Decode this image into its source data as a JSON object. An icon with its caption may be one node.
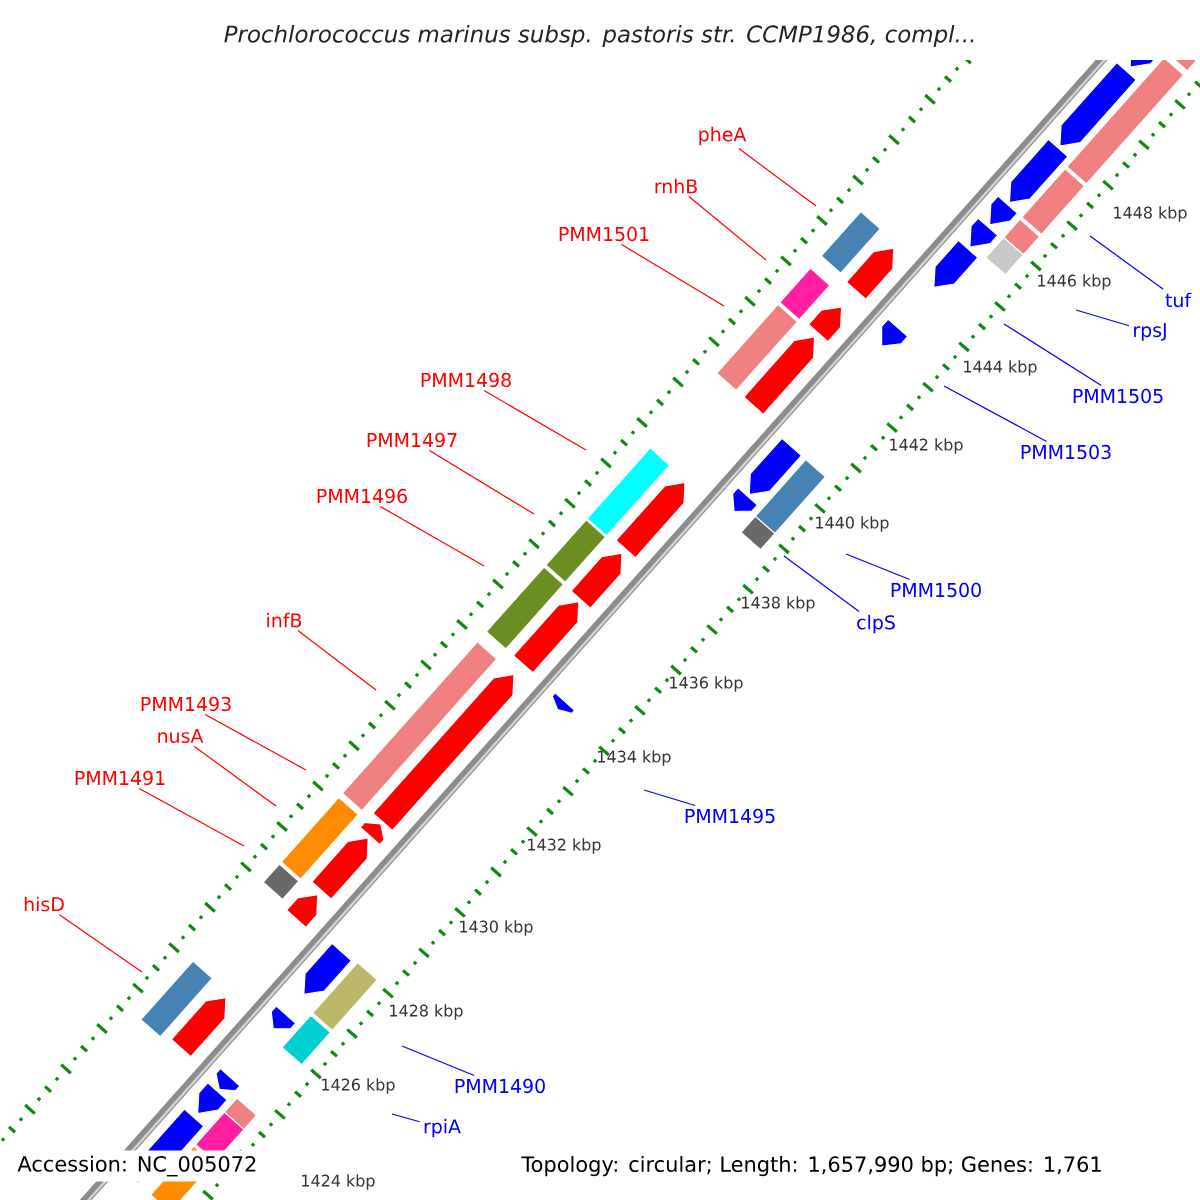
{
  "diagram": {
    "title": "Prochlorococcus marinus subsp. pastoris str. CCMP1986, compl...",
    "nodes": [
      {
        "text": [
          "pheA"
        ]
      },
      {
        "text": [
          "rnhB"
        ]
      },
      {
        "text": [
          "PMM1501"
        ]
      },
      {
        "text": [
          "tuf"
        ]
      },
      {
        "text": [
          "rpsJ"
        ]
      },
      {
        "text": [
          "PMM1505"
        ]
      },
      {
        "text": [
          "PMM1498"
        ]
      },
      {
        "text": [
          "PMM1503"
        ]
      },
      {
        "text": [
          "PMM1497"
        ]
      },
      {
        "text": [
          "PMM1496"
        ]
      },
      {
        "text": [
          "PMM1500"
        ]
      },
      {
        "text": [
          "clpS"
        ]
      },
      {
        "text": [
          "infB"
        ]
      },
      {
        "text": [
          "PMM1493"
        ]
      },
      {
        "text": [
          "nusA"
        ]
      },
      {
        "text": [
          "PMM1491"
        ]
      },
      {
        "text": [
          "PMM1495"
        ]
      },
      {
        "text": [
          "hisD"
        ]
      },
      {
        "text": [
          "PMM1490"
        ]
      },
      {
        "text": [
          "rpiA"
        ]
      }
    ],
    "edges": [
      {
        "from": 0,
        "to": null,
        "arrow": "none"
      },
      {
        "from": 1,
        "to": null,
        "arrow": "none"
      },
      {
        "from": 2,
        "to": null,
        "arrow": "none"
      },
      {
        "from": 3,
        "to": null,
        "arrow": "none",
        "color": "#0000ff"
      },
      {
        "from": 4,
        "to": null,
        "arrow": "none",
        "color": "#0000ff"
      },
      {
        "from": 5,
        "to": null,
        "arrow": "none",
        "color": "#0000ff"
      },
      {
        "from": 6,
        "to": null,
        "arrow": "none"
      },
      {
        "from": 7,
        "to": null,
        "arrow": "none",
        "color": "#0000ff"
      },
      {
        "from": 8,
        "to": null,
        "arrow": "none"
      },
      {
        "from": 9,
        "to": null,
        "arrow": "none"
      },
      {
        "from": 10,
        "to": null,
        "arrow": "none",
        "color": "#0000ff"
      },
      {
        "from": 11,
        "to": null,
        "arrow": "none",
        "color": "#0000ff"
      },
      {
        "from": 12,
        "to": null,
        "arrow": "none"
      },
      {
        "from": 13,
        "to": null,
        "arrow": "none"
      },
      {
        "from": 14,
        "to": null,
        "arrow": "none"
      },
      {
        "from": 15,
        "to": null,
        "arrow": "none"
      },
      {
        "from": 16,
        "to": null,
        "arrow": "none",
        "color": "#0000ff"
      },
      {
        "from": 17,
        "to": null,
        "arrow": "none"
      },
      {
        "from": 18,
        "to": null,
        "arrow": "none",
        "color": "#0000ff"
      },
      {
        "from": 19,
        "to": null,
        "arrow": "none",
        "color": "#0000ff"
      }
    ],
    "labels": [
      "1448 kbp",
      "1446 kbp",
      "1444 kbp",
      "1442 kbp",
      "1440 kbp",
      "1438 kbp",
      "1436 kbp",
      "1434 kbp",
      "1432 kbp",
      "1430 kbp",
      "1428 kbp",
      "1426 kbp",
      "1424 kbp",
      "Accession: NC_005072",
      "Topology: circular; Length: 1,657,990 bp; Genes: 1,761"
    ]
  }
}
